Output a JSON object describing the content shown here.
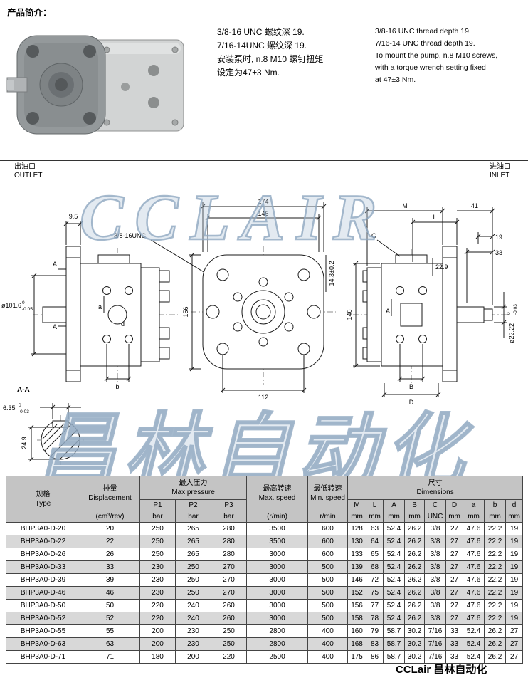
{
  "header": {
    "title": "产品简介："
  },
  "notes_cn": {
    "l1": "3/8-16 UNC 螺纹深 19.",
    "l2": "7/16-14UNC 螺纹深 19.",
    "l3": "安装泵时, n.8 M10 螺钉扭矩",
    "l4": "设定为47±3 Nm."
  },
  "notes_en": {
    "l1": "3/8-16 UNC thread depth 19.",
    "l2": "7/16-14 UNC thread depth 19.",
    "l3": "To mount the pump, n.8 M10 screws,",
    "l4": "with a torque wrench setting fixed",
    "l5": "at 47±3 Nm."
  },
  "ports": {
    "outlet_cn": "出油口",
    "outlet_en": "OUTLET",
    "inlet_cn": "进油口",
    "inlet_en": "INLET"
  },
  "watermark": {
    "line1": "CCLAIR",
    "line2": "昌林自动化"
  },
  "drawing": {
    "d95": "9.5",
    "d174": "174",
    "d146c": "146",
    "unc": "3/8-16UNC",
    "mark_a": "A",
    "lbl_a": "a",
    "lbl_d": "d",
    "lbl_b": "b",
    "dia1016": "ø101.6",
    "tol0": "0",
    "tol005": "-0.05",
    "d156": "156",
    "d143": "14.3±0.2",
    "d112": "112",
    "M": "M",
    "L": "L",
    "d41": "41",
    "d19": "19",
    "d33": "33",
    "G": "G",
    "d229": "22.9",
    "d146r": "146",
    "dia2222": "ø22.22",
    "tol003": "-0.03",
    "lblA2": "A",
    "B": "B",
    "D": "D",
    "aa": "A-A",
    "d635": "6.35",
    "d249": "24.9"
  },
  "table": {
    "h_type_cn": "规格",
    "h_type_en": "Type",
    "h_disp_cn": "排量",
    "h_disp_en": "Displacement",
    "h_press_cn": "最大压力",
    "h_press_en": "Max pressure",
    "h_maxspd_cn": "最高转速",
    "h_maxspd_en": "Max. speed",
    "h_minspd_cn": "最低转速",
    "h_minspd_en": "Min. speed",
    "h_dims_cn": "尺寸",
    "h_dims_en": "Dimensions",
    "sub": {
      "p1": "P1",
      "p2": "P2",
      "p3": "P3",
      "M": "M",
      "L": "L",
      "A": "A",
      "B": "B",
      "C": "C",
      "D": "D",
      "a": "a",
      "b": "b",
      "d": "d"
    },
    "units": {
      "disp": "(cm³/rev)",
      "bar1": "bar",
      "bar2": "bar",
      "bar3": "bar",
      "maxspd": "(r/min)",
      "minspd": "r/min",
      "uM": "mm",
      "uL": "mm",
      "uA": "mm",
      "uB": "mm",
      "uC": "UNC",
      "uD": "mm",
      "ua": "mm",
      "ub": "mm",
      "ud": "mm"
    },
    "rows": [
      [
        "BHP3A0-D-20",
        "20",
        "250",
        "265",
        "280",
        "3500",
        "600",
        "128",
        "63",
        "52.4",
        "26.2",
        "3/8",
        "27",
        "47.6",
        "22.2",
        "19"
      ],
      [
        "BHP3A0-D-22",
        "22",
        "250",
        "265",
        "280",
        "3500",
        "600",
        "130",
        "64",
        "52.4",
        "26.2",
        "3/8",
        "27",
        "47.6",
        "22.2",
        "19"
      ],
      [
        "BHP3A0-D-26",
        "26",
        "250",
        "265",
        "280",
        "3000",
        "600",
        "133",
        "65",
        "52.4",
        "26.2",
        "3/8",
        "27",
        "47.6",
        "22.2",
        "19"
      ],
      [
        "BHP3A0-D-33",
        "33",
        "230",
        "250",
        "270",
        "3000",
        "500",
        "139",
        "68",
        "52.4",
        "26.2",
        "3/8",
        "27",
        "47.6",
        "22.2",
        "19"
      ],
      [
        "BHP3A0-D-39",
        "39",
        "230",
        "250",
        "270",
        "3000",
        "500",
        "146",
        "72",
        "52.4",
        "26.2",
        "3/8",
        "27",
        "47.6",
        "22.2",
        "19"
      ],
      [
        "BHP3A0-D-46",
        "46",
        "230",
        "250",
        "270",
        "3000",
        "500",
        "152",
        "75",
        "52.4",
        "26.2",
        "3/8",
        "27",
        "47.6",
        "22.2",
        "19"
      ],
      [
        "BHP3A0-D-50",
        "50",
        "220",
        "240",
        "260",
        "3000",
        "500",
        "156",
        "77",
        "52.4",
        "26.2",
        "3/8",
        "27",
        "47.6",
        "22.2",
        "19"
      ],
      [
        "BHP3A0-D-52",
        "52",
        "220",
        "240",
        "260",
        "3000",
        "500",
        "158",
        "78",
        "52.4",
        "26.2",
        "3/8",
        "27",
        "47.6",
        "22.2",
        "19"
      ],
      [
        "BHP3A0-D-55",
        "55",
        "200",
        "230",
        "250",
        "2800",
        "400",
        "160",
        "79",
        "58.7",
        "30.2",
        "7/16",
        "33",
        "52.4",
        "26.2",
        "27"
      ],
      [
        "BHP3A0-D-63",
        "63",
        "200",
        "230",
        "250",
        "2800",
        "400",
        "168",
        "83",
        "58.7",
        "30.2",
        "7/16",
        "33",
        "52.4",
        "26.2",
        "27"
      ],
      [
        "BHP3A0-D-71",
        "71",
        "180",
        "200",
        "220",
        "2500",
        "400",
        "175",
        "86",
        "58.7",
        "30.2",
        "7/16",
        "33",
        "52.4",
        "26.2",
        "27"
      ]
    ]
  },
  "footer": {
    "brand": "CCLair 昌林自动化"
  }
}
